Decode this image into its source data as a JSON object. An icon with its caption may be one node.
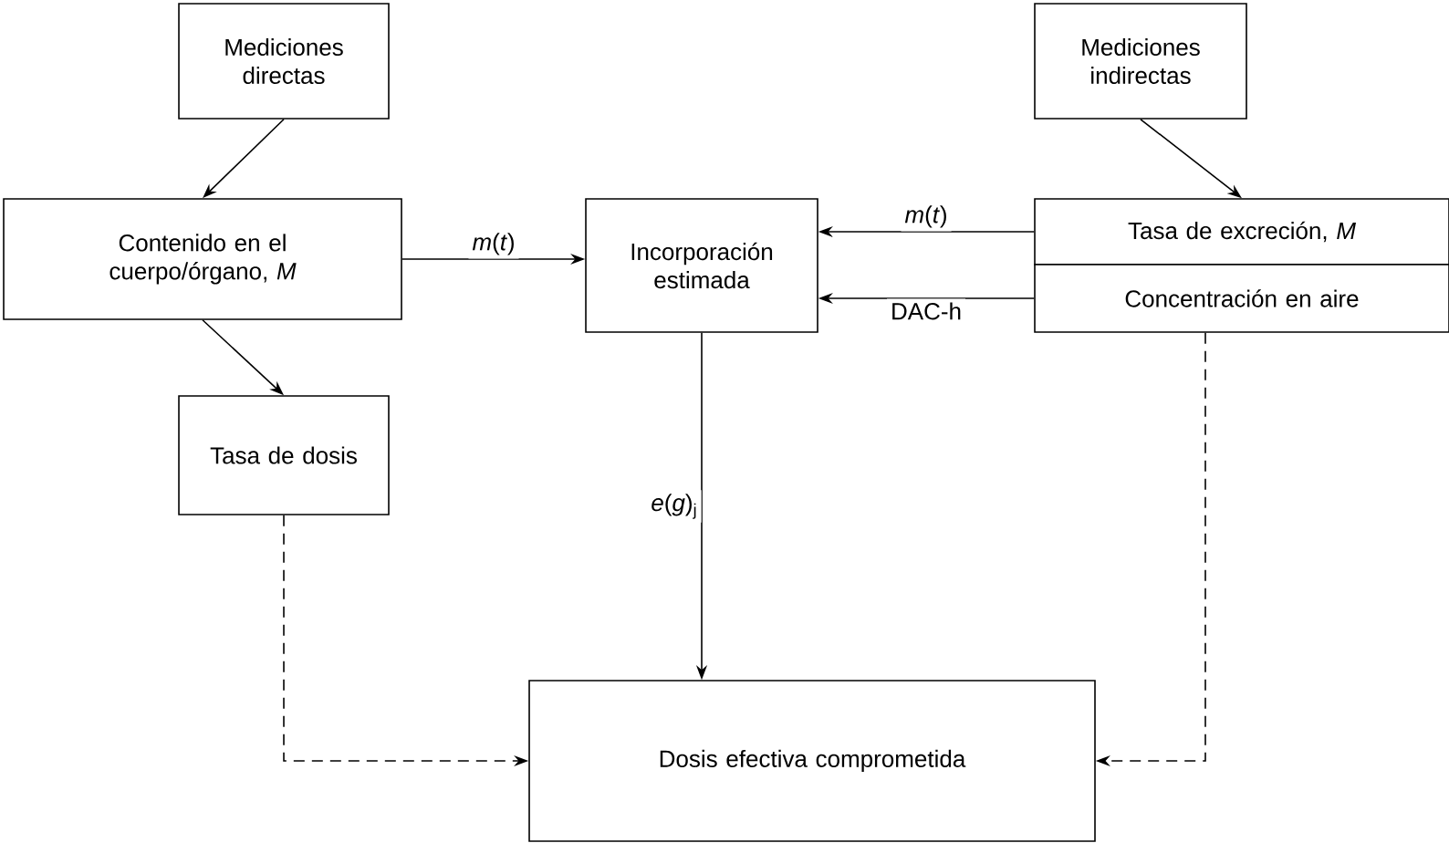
{
  "diagram": {
    "nodes": [
      {
        "text": [
          "Mediciones directas"
        ]
      },
      {
        "text": [
          "Mediciones indirectas"
        ]
      },
      {
        "text": [
          "Contenido en el cuerpo/órgano, *M*"
        ]
      },
      {
        "text": [
          "Incorporación estimada"
        ]
      },
      {
        "text": [
          "Tasa de excreción, *M*"
        ]
      },
      {
        "text": [
          "Concentración en aire"
        ]
      },
      {
        "text": [
          "Tasa de dosis"
        ]
      },
      {
        "text": [
          "Dosis efectiva comprometida"
        ]
      }
    ],
    "edges": [
      {
        "from": 0,
        "to": 2,
        "arrow": "to"
      },
      {
        "from": 1,
        "to": 4,
        "arrow": "to"
      },
      {
        "from": 2,
        "to": 3,
        "arrow": "to",
        "label": "*m*(*t*)"
      },
      {
        "from": 4,
        "to": 3,
        "arrow": "to",
        "label": "*m*(*t*)"
      },
      {
        "from": 5,
        "to": 3,
        "arrow": "to",
        "label": "DAC-h"
      },
      {
        "from": 2,
        "to": 6,
        "arrow": "to"
      },
      {
        "from": 3,
        "to": 7,
        "arrow": "to",
        "label": "*e*(*g*)$_{j}$"
      },
      {
        "from": 6,
        "to": 7,
        "arrow": "to",
        "style": "dashed"
      },
      {
        "from": 5,
        "to": 7,
        "arrow": "to",
        "style": "dashed"
      }
    ]
  }
}
